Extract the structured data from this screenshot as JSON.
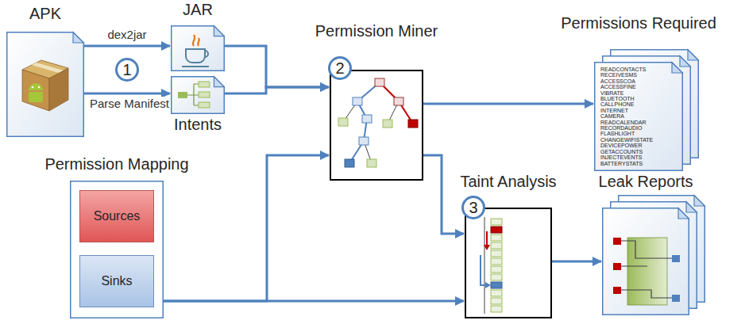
{
  "diagram": {
    "nodes": [
      {
        "text": [
          "APK"
        ]
      },
      {
        "text": [
          "1"
        ]
      },
      {
        "text": [
          "JAR"
        ]
      },
      {
        "text": [
          "Intents"
        ]
      },
      {
        "text": [
          "Permission Miner"
        ]
      },
      {
        "text": [
          "2"
        ]
      },
      {
        "text": [
          "Permissions Required",
          "READCONTACTS",
          "RECEIVESMS",
          "ACCESSCOA",
          "ACCESSFINE",
          "VIBRATE",
          "BLUETOOTH",
          "CALLPHONE",
          "INTERNET",
          "CAMERA",
          "READCALENDAR",
          "RECORDAUDIO",
          "FLASHLIGHT",
          "CHANGEWIFISTATE",
          "DEVICEPOWER",
          "GETACCOUNTS",
          "INJECTEVENTS",
          "BATTERYSTATS"
        ]
      },
      {
        "text": [
          "Permission Mapping"
        ]
      },
      {
        "text": [
          "Sources"
        ],
        "in": 7
      },
      {
        "text": [
          "Sinks"
        ],
        "in": 7
      },
      {
        "text": [
          "Taint Analysis"
        ]
      },
      {
        "text": [
          "3"
        ]
      },
      {
        "text": [
          "Leak Reports"
        ]
      }
    ],
    "edges": [
      {
        "from": 0,
        "to": 2,
        "arrow": "to",
        "label": "dex2jar"
      },
      {
        "from": 0,
        "to": 3,
        "arrow": "to",
        "label": "Parse Manifest"
      },
      {
        "from": 2,
        "to": 4,
        "arrow": "to"
      },
      {
        "from": 3,
        "to": 4,
        "arrow": "to"
      },
      {
        "from": 4,
        "to": 6,
        "arrow": "to"
      },
      {
        "from": 4,
        "to": 10,
        "arrow": "to"
      },
      {
        "from": 7,
        "to": 4,
        "arrow": "to"
      },
      {
        "from": 7,
        "to": 10,
        "arrow": "to"
      },
      {
        "from": 10,
        "to": 12,
        "arrow": "to"
      }
    ]
  }
}
